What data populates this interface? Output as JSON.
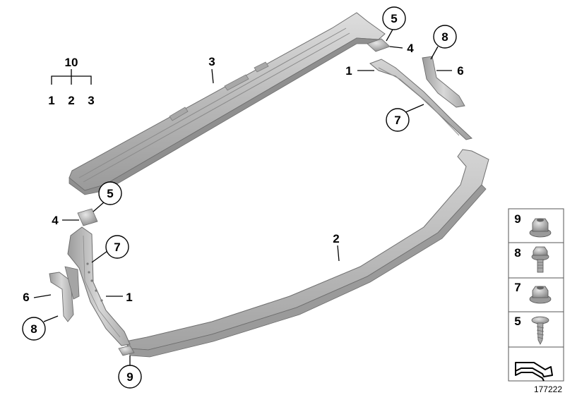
{
  "diagram": {
    "drawing_number": "177222",
    "assembly_group": {
      "number": "10",
      "members": [
        "1",
        "2",
        "3"
      ]
    },
    "callouts": {
      "part3_top": "3",
      "part5_top": "5",
      "part4_top": "4",
      "part8_top": "8",
      "part6_top": "6",
      "part1_top": "1",
      "part7_top": "7",
      "part5_left": "5",
      "part4_left": "4",
      "part7_left": "7",
      "part2": "2",
      "part6_left": "6",
      "part1_left": "1",
      "part8_left": "8",
      "part9_bottom": "9"
    },
    "legend": [
      {
        "number": "9",
        "icon": "flange-nut-icon"
      },
      {
        "number": "8",
        "icon": "hex-bolt-icon"
      },
      {
        "number": "7",
        "icon": "collar-nut-icon"
      },
      {
        "number": "5",
        "icon": "tapping-screw-icon"
      }
    ],
    "legend_last_icon": "arrow-symbol-icon",
    "colors": {
      "part_fill": "#b8b8b8",
      "part_light": "#dcdcdc",
      "part_dark": "#8e8e8e",
      "outline": "#000000"
    }
  }
}
